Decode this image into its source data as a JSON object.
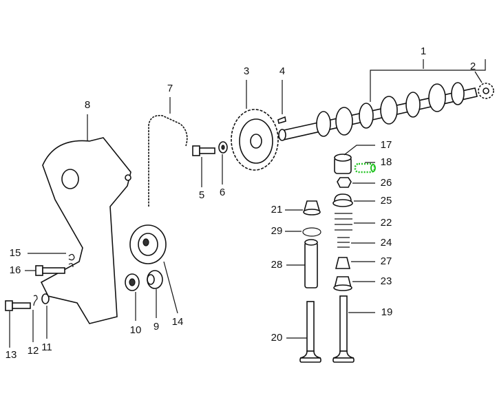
{
  "diagram": {
    "highlight_color": "#22c322",
    "highlighted_part": "18",
    "labels": {
      "p1": "1",
      "p2": "2",
      "p3": "3",
      "p4": "4",
      "p5": "5",
      "p6": "6",
      "p7": "7",
      "p8": "8",
      "p9": "9",
      "p10": "10",
      "p11": "11",
      "p12": "12",
      "p13": "13",
      "p14": "14",
      "p15": "15",
      "p16": "16",
      "p17": "17",
      "p18": "18",
      "p19": "19",
      "p20": "20",
      "p21": "21",
      "p22": "22",
      "p23": "23",
      "p24": "24",
      "p25": "25",
      "p26": "26",
      "p27": "27",
      "p28": "28",
      "p29": "29"
    }
  }
}
